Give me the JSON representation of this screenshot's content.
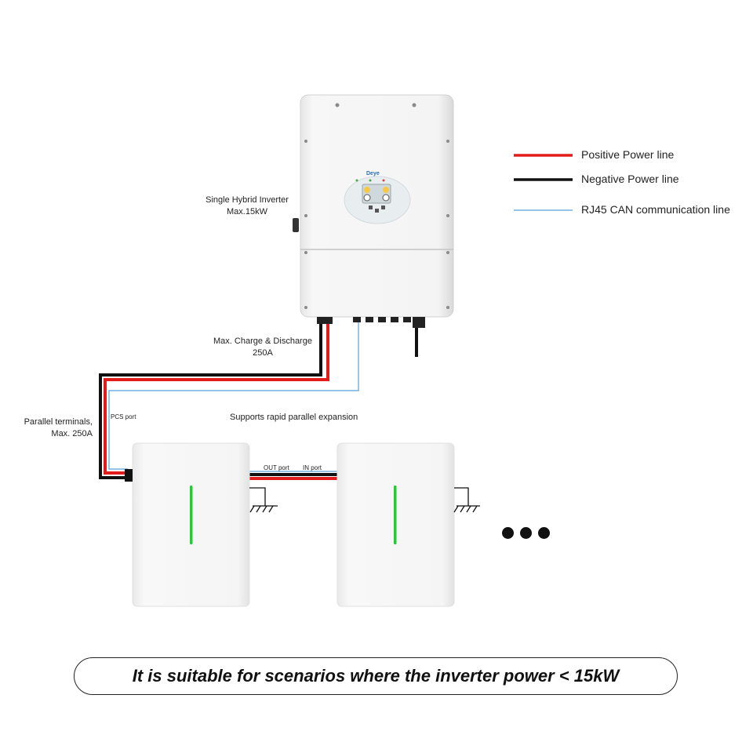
{
  "inverter": {
    "label_line1": "Single Hybrid Inverter",
    "label_line2": "Max.15kW",
    "brand": "Deye"
  },
  "cable_label": {
    "line1": "Max. Charge & Discharge",
    "line2": "250A"
  },
  "parallel_label": {
    "line1": "Parallel terminals,",
    "line2": "Max. 250A"
  },
  "pcs_port": "PCS port",
  "expansion_label": "Supports rapid parallel expansion",
  "out_port": "OUT port",
  "in_port": "IN port",
  "legend": [
    {
      "label": "Positive Power line",
      "color": "#e21b1b"
    },
    {
      "label": "Negative Power line",
      "color": "#111111"
    },
    {
      "label": "RJ45 CAN communication line",
      "color": "#5a9fd4"
    }
  ],
  "battery_indicator_color": "#22cc33",
  "banner": "It is suitable for scenarios where the inverter power < 15kW"
}
